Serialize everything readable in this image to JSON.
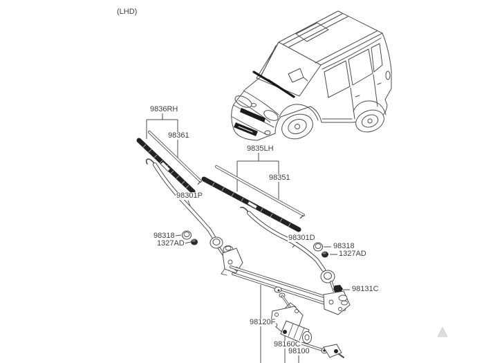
{
  "diagram": {
    "title_note": "(LHD)",
    "colors": {
      "line": "#4a4a4a",
      "dark_part": "#1c1c1c",
      "text": "#3d3d3d",
      "watermark": "#d9d9d9"
    },
    "labels": {
      "lhd": "(LHD)",
      "blade_assembly_rh": "9836RH",
      "blade_refill_rh": "98361",
      "blade_assembly_lh": "9835LH",
      "blade_refill_lh": "98351",
      "wiper_arm_p": "98301P",
      "wiper_arm_d": "98301D",
      "pivot_cap_left": "98318",
      "pivot_nut_left": "1327AD",
      "pivot_cap_right": "98318",
      "pivot_nut_right": "1327AD",
      "mounting_bolt": "98131C",
      "linkage_assembly": "98120F",
      "motor_crank": "98160C",
      "wiper_motor": "98100"
    }
  }
}
